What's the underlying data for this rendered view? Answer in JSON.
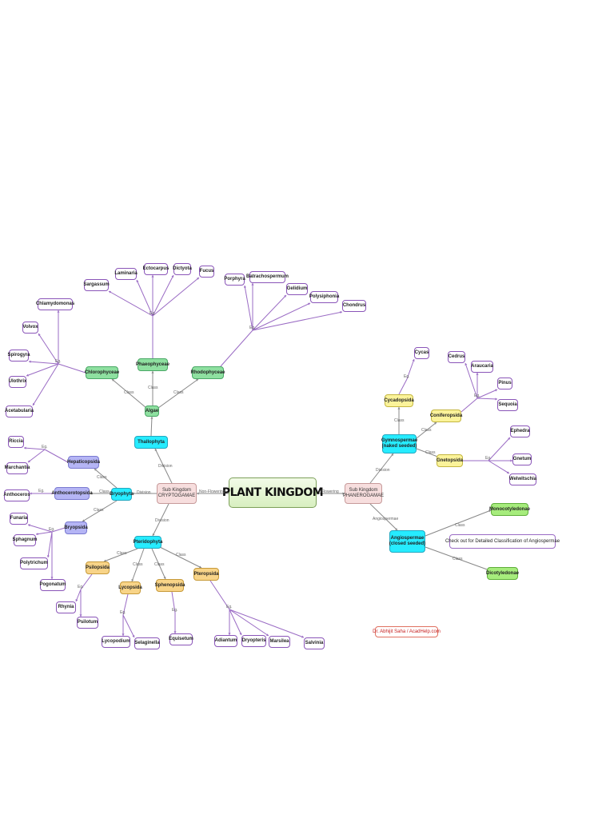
{
  "title": "PLANT KINGDOM",
  "sub_kingdoms": {
    "cryptogamae": "Sub Kingdom\nCRYPTOGAMAE",
    "phanerogamae": "Sub Kingdom\nPHANEROGAMAE"
  },
  "divisions": {
    "thallophyta": "Thallophyta",
    "bryophyta": "Bryophyta",
    "pteridophyta": "Pteridophyta",
    "gymnospermae": "Gymnospermae\n(naked seeded)",
    "angiospermae": "Angiospermae\n(closed seeded)"
  },
  "groups": {
    "algae": "Algae",
    "chlorophyceae": "Chlorophyceae",
    "phaeophyceae": "Phaeophyceae",
    "rhodophyceae": "Rhodophyceae",
    "hepaticopsida": "Hepaticopsida",
    "anthocerotopsida": "Anthocerotopsida",
    "bryopsida": "Bryopsida",
    "psilopsida": "Psilopsida",
    "lycopsida": "Lycopsida",
    "sphenopsida": "Sphenopsida",
    "pteropsida": "Pteropsida",
    "cycadopsida": "Cycadopsida",
    "coniferopsida": "Coniferopsida",
    "gnetopsida": "Gnetopsida",
    "monocotyledonae": "Monocotyledonae",
    "dicotyledonae": "Dicotyledonae"
  },
  "examples": {
    "chlorophyceae": [
      "Chlamydomonas",
      "Volvox",
      "Spirogyra",
      "Ulothrix",
      "Acetabularia"
    ],
    "phaeophyceae": [
      "Sargassum",
      "Laminaria",
      "Ectocarpus",
      "Dictyota",
      "Fucus"
    ],
    "rhodophyceae": [
      "Porphyra",
      "Batrachospermum",
      "Gelidium",
      "Polysiphonia",
      "Chondrus"
    ],
    "hepaticopsida": [
      "Riccia",
      "Marchantia"
    ],
    "anthocerotopsida": [
      "Anthoceros"
    ],
    "bryopsida": [
      "Funaria",
      "Sphagnum",
      "Polytrichum",
      "Pogonatum"
    ],
    "psilopsida": [
      "Rhynia",
      "Psilotum"
    ],
    "lycopsida": [
      "Lycopodium",
      "Selaginella"
    ],
    "sphenopsida": [
      "Equisetum"
    ],
    "pteropsida": [
      "Adiantum",
      "Dryopteris",
      "Marsilea",
      "Salvinia"
    ],
    "cycadopsida": [
      "Cycas"
    ],
    "coniferopsida": [
      "Cedrus",
      "Araucaria",
      "Pinus",
      "Sequoia"
    ],
    "gnetopsida": [
      "Ephedra",
      "Gnetum",
      "Welwitschia"
    ]
  },
  "edge_labels": {
    "non_flowering": "Non-Flowering",
    "flowering": "Flowering",
    "division": "Division",
    "class": "Class",
    "eg": "Eg.",
    "angiospermae": "Angiospermae"
  },
  "note": "Check out for Detailed Classification of Angiospermae",
  "credit": "Dr. Abhijit Saha / AcadHelp.com"
}
